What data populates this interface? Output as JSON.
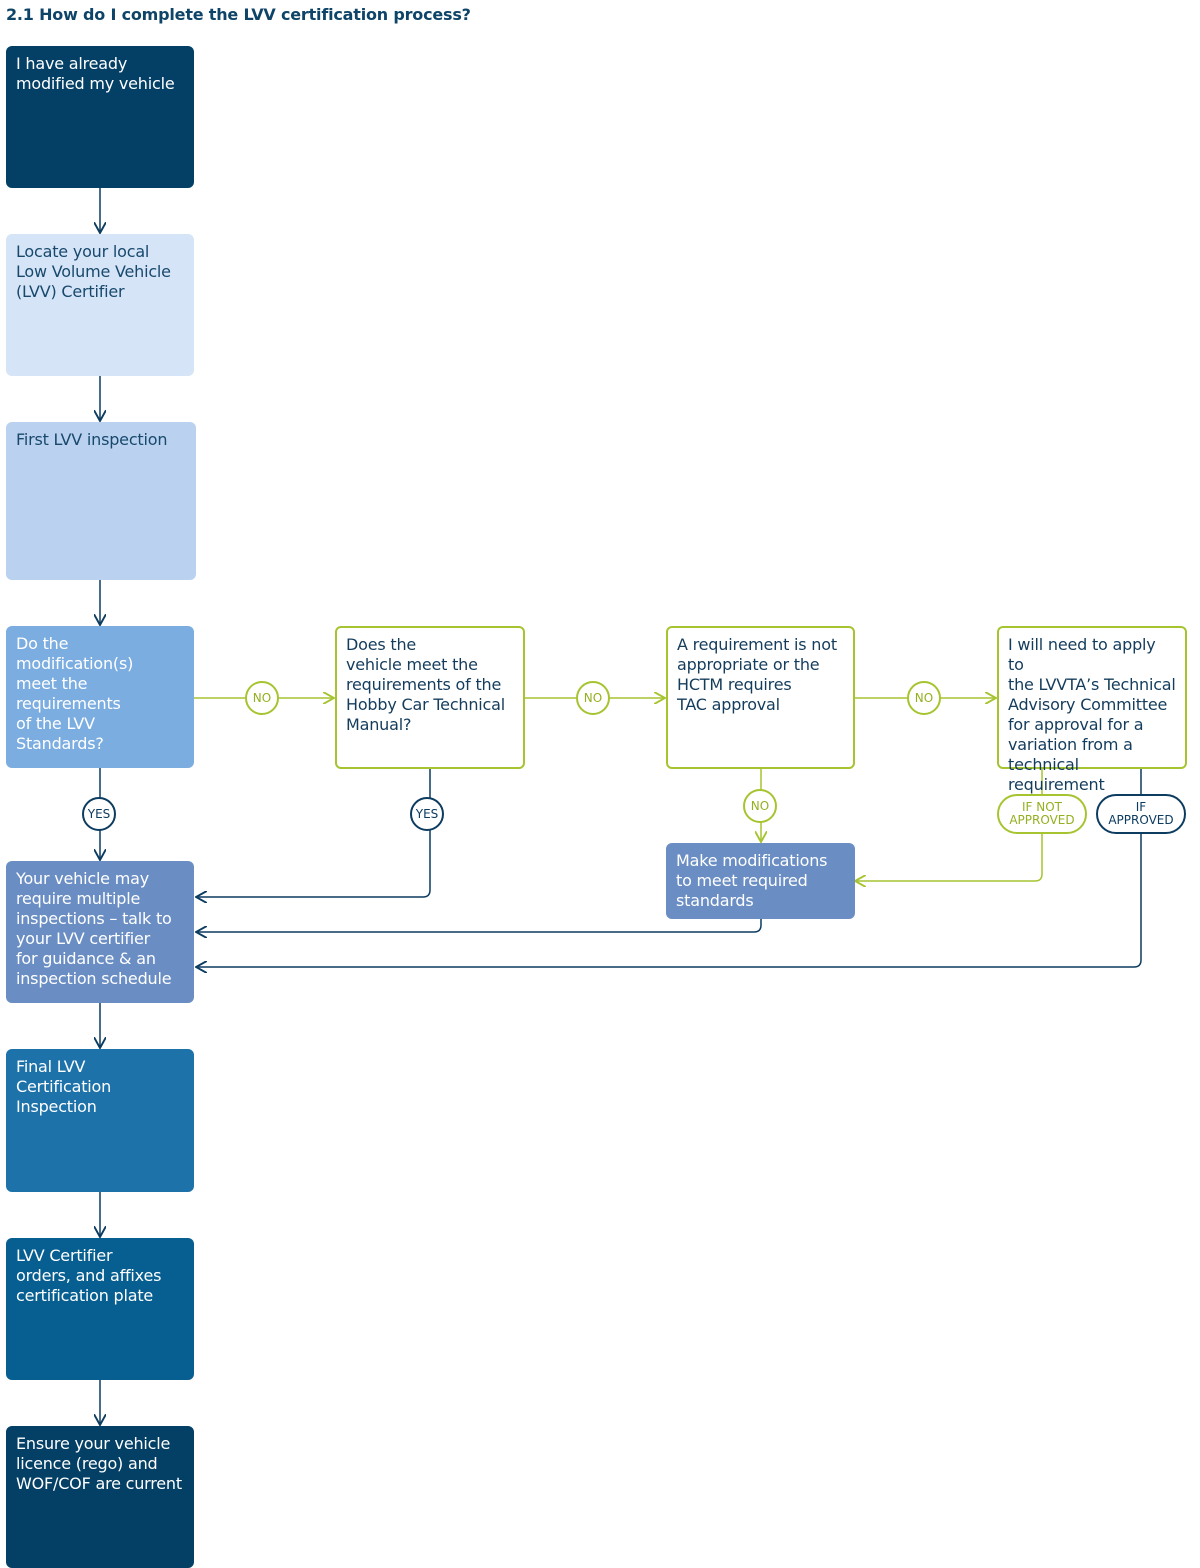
{
  "title": "2.1 How do I complete the LVV certification process?",
  "colors": {
    "navy": "#043f66",
    "pale_blue": "#d5e4f6",
    "light_blue": "#bad2ef",
    "mid_blue": "#7cade0",
    "slate_blue": "#6a8ec4",
    "teal_blue": "#1e72aa",
    "deep_blue": "#075f91",
    "green_accent": "#a6c430",
    "arrow_navy": "#0c3c60"
  },
  "nodes": {
    "already_modified": "I have already\nmodified my vehicle",
    "locate_certifier": "Locate your local\nLow Volume Vehicle\n(LVV) Certifier",
    "first_inspection": "First LVV inspection",
    "meet_standards": "Do the\nmodification(s)\nmeet the\nrequirements\nof the LVV\nStandards?",
    "hobby_car": "Does the\nvehicle meet the\nrequirements of the\nHobby Car Technical\nManual?",
    "requirement_not_appropriate": "A requirement is not\nappropriate or the\nHCTM requires\nTAC approval",
    "apply_tac": "I will need to apply to\nthe LVVTA’s Technical\nAdvisory Committee\nfor approval for a\nvariation from a\ntechnical requirement",
    "make_modifications": "Make modifications\nto meet required\nstandards",
    "multiple_inspections": "Your vehicle may\nrequire multiple\ninspections – talk to\nyour LVV certifier\nfor guidance & an\ninspection schedule",
    "final_inspection": "Final LVV Certification\nInspection",
    "certifier_plate": "LVV Certifier\norders, and affixes\ncertification plate",
    "ensure_licence": "Ensure your vehicle\nlicence (rego) and\nWOF/COF are current"
  },
  "labels": {
    "no_1": "NO",
    "no_2": "NO",
    "no_3": "NO",
    "no_down": "NO",
    "yes_1": "YES",
    "yes_2": "YES",
    "if_not_approved": "IF NOT\nAPPROVED",
    "if_approved": "IF\nAPPROVED"
  }
}
